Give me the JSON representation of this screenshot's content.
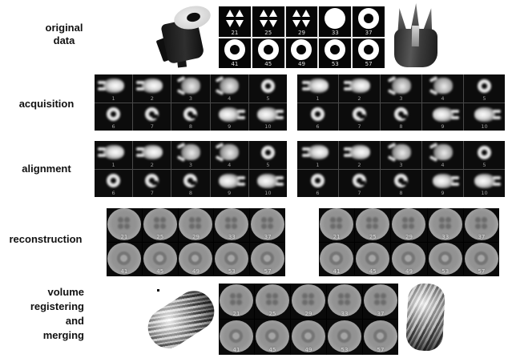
{
  "colors": {
    "background": "#ffffff",
    "panel_black": "#0b0b0b",
    "reconstruction_disc_gray": "#9a9a9a",
    "label_text": "#111111"
  },
  "stages": [
    {
      "id": "original-data",
      "label": "original\ndata"
    },
    {
      "id": "acquisition",
      "label": "acquisition"
    },
    {
      "id": "alignment",
      "label": "alignment"
    },
    {
      "id": "reconstruction",
      "label": "reconstruction"
    },
    {
      "id": "volume-registering-and-merging",
      "label": "volume\nregistering\nand\nmerging"
    }
  ],
  "panels": {
    "original_grid": {
      "cells": [
        {
          "n": "21",
          "shape": "quad"
        },
        {
          "n": "25",
          "shape": "quad"
        },
        {
          "n": "29",
          "shape": "quad"
        },
        {
          "n": "33",
          "shape": "circle"
        },
        {
          "n": "37",
          "shape": "donut"
        },
        {
          "n": "41",
          "shape": "donut"
        },
        {
          "n": "45",
          "shape": "donut"
        },
        {
          "n": "49",
          "shape": "donut"
        },
        {
          "n": "53",
          "shape": "donut"
        },
        {
          "n": "57",
          "shape": "donut"
        }
      ]
    },
    "acquisition_left": {
      "cells": [
        {
          "n": "1",
          "shape": "proj-side-l"
        },
        {
          "n": "2",
          "shape": "proj-side-l"
        },
        {
          "n": "3",
          "shape": "proj-vee-l"
        },
        {
          "n": "4",
          "shape": "proj-vee-l"
        },
        {
          "n": "5",
          "shape": "proj-ring"
        },
        {
          "n": "6",
          "shape": "proj-ring"
        },
        {
          "n": "7",
          "shape": "proj-cee-r"
        },
        {
          "n": "8",
          "shape": "proj-cee-r"
        },
        {
          "n": "9",
          "shape": "proj-side-r"
        },
        {
          "n": "10",
          "shape": "proj-side-r"
        }
      ]
    },
    "acquisition_right": {
      "cells": [
        {
          "n": "1",
          "shape": "proj-side-l"
        },
        {
          "n": "2",
          "shape": "proj-side-l"
        },
        {
          "n": "3",
          "shape": "proj-vee-l"
        },
        {
          "n": "4",
          "shape": "proj-vee-l"
        },
        {
          "n": "5",
          "shape": "proj-ring"
        },
        {
          "n": "6",
          "shape": "proj-ring"
        },
        {
          "n": "7",
          "shape": "proj-cee-r"
        },
        {
          "n": "8",
          "shape": "proj-cee-r"
        },
        {
          "n": "9",
          "shape": "proj-side-r"
        },
        {
          "n": "10",
          "shape": "proj-side-r"
        }
      ]
    },
    "alignment_left": {
      "cells": [
        {
          "n": "1",
          "shape": "proj-side-l"
        },
        {
          "n": "2",
          "shape": "proj-side-l"
        },
        {
          "n": "3",
          "shape": "proj-vee-l"
        },
        {
          "n": "4",
          "shape": "proj-vee-l"
        },
        {
          "n": "5",
          "shape": "proj-ring"
        },
        {
          "n": "6",
          "shape": "proj-ring"
        },
        {
          "n": "7",
          "shape": "proj-cee-r"
        },
        {
          "n": "8",
          "shape": "proj-cee-r"
        },
        {
          "n": "9",
          "shape": "proj-side-r"
        },
        {
          "n": "10",
          "shape": "proj-side-r"
        }
      ]
    },
    "alignment_right": {
      "cells": [
        {
          "n": "1",
          "shape": "proj-side-l"
        },
        {
          "n": "2",
          "shape": "proj-side-l"
        },
        {
          "n": "3",
          "shape": "proj-vee-l"
        },
        {
          "n": "4",
          "shape": "proj-vee-l"
        },
        {
          "n": "5",
          "shape": "proj-ring"
        },
        {
          "n": "6",
          "shape": "proj-ring"
        },
        {
          "n": "7",
          "shape": "proj-cee-r"
        },
        {
          "n": "8",
          "shape": "proj-cee-r"
        },
        {
          "n": "9",
          "shape": "proj-side-r"
        },
        {
          "n": "10",
          "shape": "proj-side-r"
        }
      ]
    },
    "reconstruction_left": {
      "cells": [
        {
          "n": "21",
          "shape": "recon-cluster"
        },
        {
          "n": "25",
          "shape": "recon-cluster"
        },
        {
          "n": "29",
          "shape": "recon-cluster"
        },
        {
          "n": "33",
          "shape": "recon-cluster"
        },
        {
          "n": "37",
          "shape": "recon-cluster"
        },
        {
          "n": "41",
          "shape": "recon-ring"
        },
        {
          "n": "45",
          "shape": "recon-ring"
        },
        {
          "n": "49",
          "shape": "recon-ring"
        },
        {
          "n": "53",
          "shape": "recon-ring"
        },
        {
          "n": "57",
          "shape": "recon-ring"
        }
      ]
    },
    "reconstruction_right": {
      "cells": [
        {
          "n": "21",
          "shape": "recon-cluster"
        },
        {
          "n": "25",
          "shape": "recon-cluster"
        },
        {
          "n": "29",
          "shape": "recon-cluster"
        },
        {
          "n": "33",
          "shape": "recon-cluster"
        },
        {
          "n": "37",
          "shape": "recon-cluster"
        },
        {
          "n": "41",
          "shape": "recon-ring"
        },
        {
          "n": "45",
          "shape": "recon-ring"
        },
        {
          "n": "49",
          "shape": "recon-ring"
        },
        {
          "n": "53",
          "shape": "recon-ring"
        },
        {
          "n": "57",
          "shape": "recon-ring"
        }
      ]
    },
    "merged_grid": {
      "cells": [
        {
          "n": "21",
          "shape": "recon-cluster"
        },
        {
          "n": "25",
          "shape": "recon-cluster"
        },
        {
          "n": "29",
          "shape": "recon-cluster"
        },
        {
          "n": "33",
          "shape": "recon-cluster"
        },
        {
          "n": "37",
          "shape": "recon-cluster"
        },
        {
          "n": "41",
          "shape": "recon-ring"
        },
        {
          "n": "45",
          "shape": "recon-ring"
        },
        {
          "n": "49",
          "shape": "recon-ring"
        },
        {
          "n": "53",
          "shape": "recon-ring"
        },
        {
          "n": "57",
          "shape": "recon-ring"
        }
      ]
    }
  }
}
